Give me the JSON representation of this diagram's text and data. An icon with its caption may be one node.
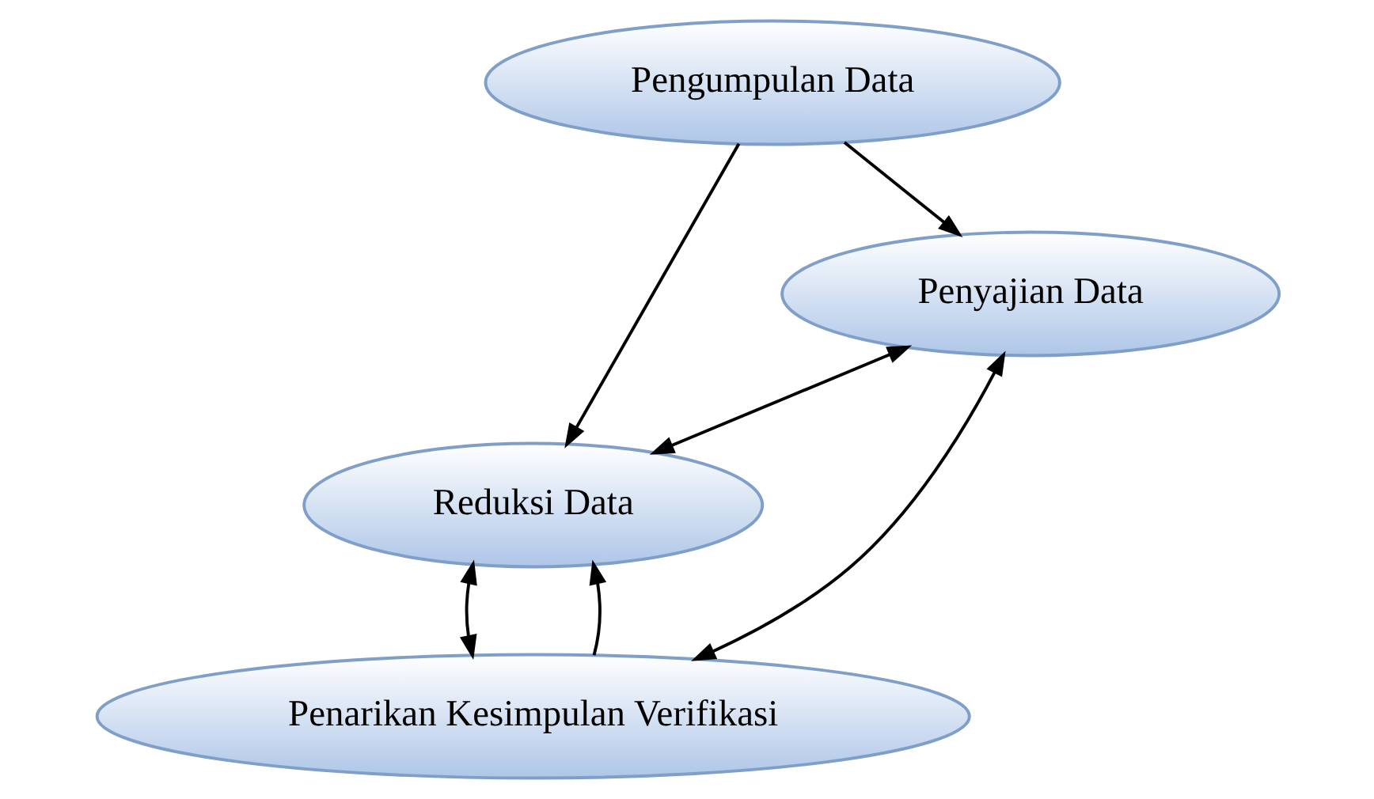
{
  "diagram": {
    "nodes": [
      {
        "text": [
          "Pengumpulan Data"
        ]
      },
      {
        "text": [
          "Penyajian Data"
        ]
      },
      {
        "text": [
          "Reduksi Data"
        ]
      },
      {
        "text": [
          "Penarikan Kesimpulan Verifikasi"
        ]
      }
    ],
    "edges": [
      {
        "from": 0,
        "to": 1,
        "arrow": "to"
      },
      {
        "from": 0,
        "to": 2,
        "arrow": "to"
      },
      {
        "from": 1,
        "to": 2,
        "arrow": "both"
      },
      {
        "from": 1,
        "to": 3,
        "arrow": "both"
      },
      {
        "from": 2,
        "to": 3,
        "arrow": "both"
      },
      {
        "from": 3,
        "to": 2,
        "arrow": "to"
      }
    ]
  }
}
